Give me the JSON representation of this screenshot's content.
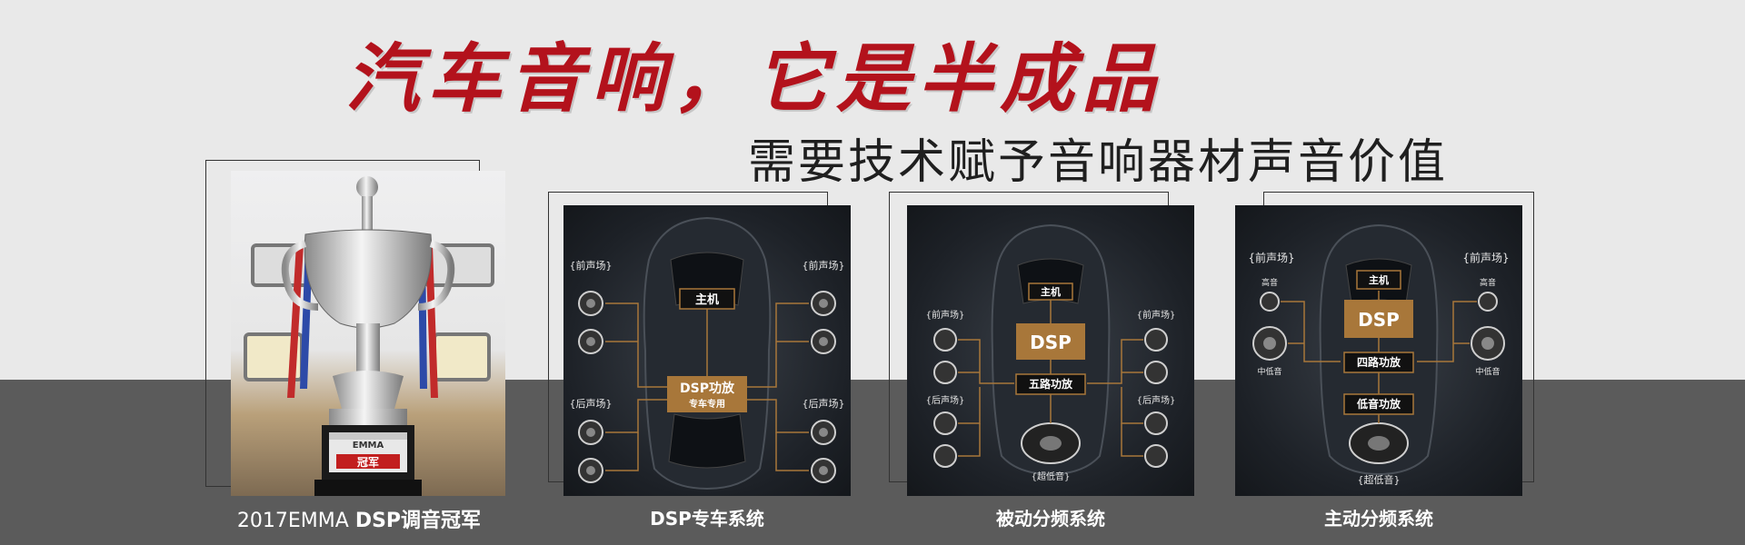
{
  "headline": "汽车音响，它是半成品",
  "subheadline": "需要技术赋予音响器材声音价值",
  "trophy": {
    "caption_light": "2017EMMA ",
    "caption_bold": "DSP调音冠军",
    "plaque_lines": [
      "EMMA",
      "冠军"
    ]
  },
  "panels": [
    {
      "caption": "DSP专车系统",
      "labels": {
        "front_left": "{前声场}",
        "front_right": "{前声场}",
        "rear_left": "{后声场}",
        "rear_right": "{后声场}"
      },
      "head_unit": "主机",
      "amp_main": "DSP功放",
      "amp_sub": "专车专用"
    },
    {
      "caption": "被动分频系统",
      "labels": {
        "front_left": "{前声场}",
        "front_right": "{前声场}",
        "rear_left": "{后声场}",
        "rear_right": "{后声场}",
        "subwoofer": "{超低音}"
      },
      "head_unit": "主机",
      "dsp": "DSP",
      "amp": "五路功放"
    },
    {
      "caption": "主动分频系统",
      "labels": {
        "front_left": "{前声场}",
        "front_right": "{前声场}",
        "tweeter_left": "高音",
        "tweeter_right": "高音",
        "mid_left": "中低音",
        "mid_right": "中低音",
        "subwoofer": "{超低音}"
      },
      "head_unit": "主机",
      "dsp": "DSP",
      "amp_four": "四路功放",
      "amp_sub": "低音功放"
    }
  ],
  "colors": {
    "headline": "#b3121c",
    "accent_box": "#a8773a",
    "panel_bg": "#1d2127",
    "band": "#5b5b5b"
  }
}
